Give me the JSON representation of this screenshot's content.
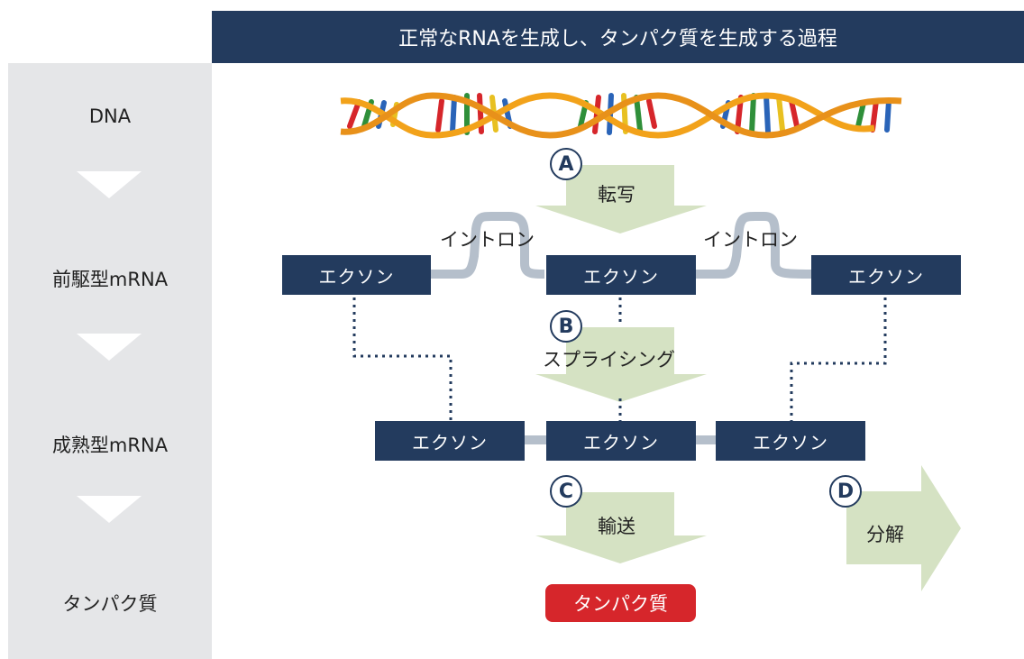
{
  "title": "正常なRNAを生成し、タンパク質を生成する過程",
  "sidebar": {
    "stages": [
      "DNA",
      "前駆型mRNA",
      "成熟型mRNA",
      "タンパク質"
    ]
  },
  "diagram": {
    "exon_label": "エクソン",
    "intron_label": "イントロン",
    "steps": [
      {
        "marker": "A",
        "label": "転写"
      },
      {
        "marker": "B",
        "label": "スプライシング"
      },
      {
        "marker": "C",
        "label": "輸送"
      },
      {
        "marker": "D",
        "label": "分解"
      }
    ],
    "protein_label": "タンパク質"
  },
  "colors": {
    "navy": "#233b5e",
    "sidebar_bg": "#e5e6e8",
    "arrow_fill": "#d5e2c3",
    "intron_line": "#b5bfcb",
    "protein_red": "#d6262b"
  }
}
